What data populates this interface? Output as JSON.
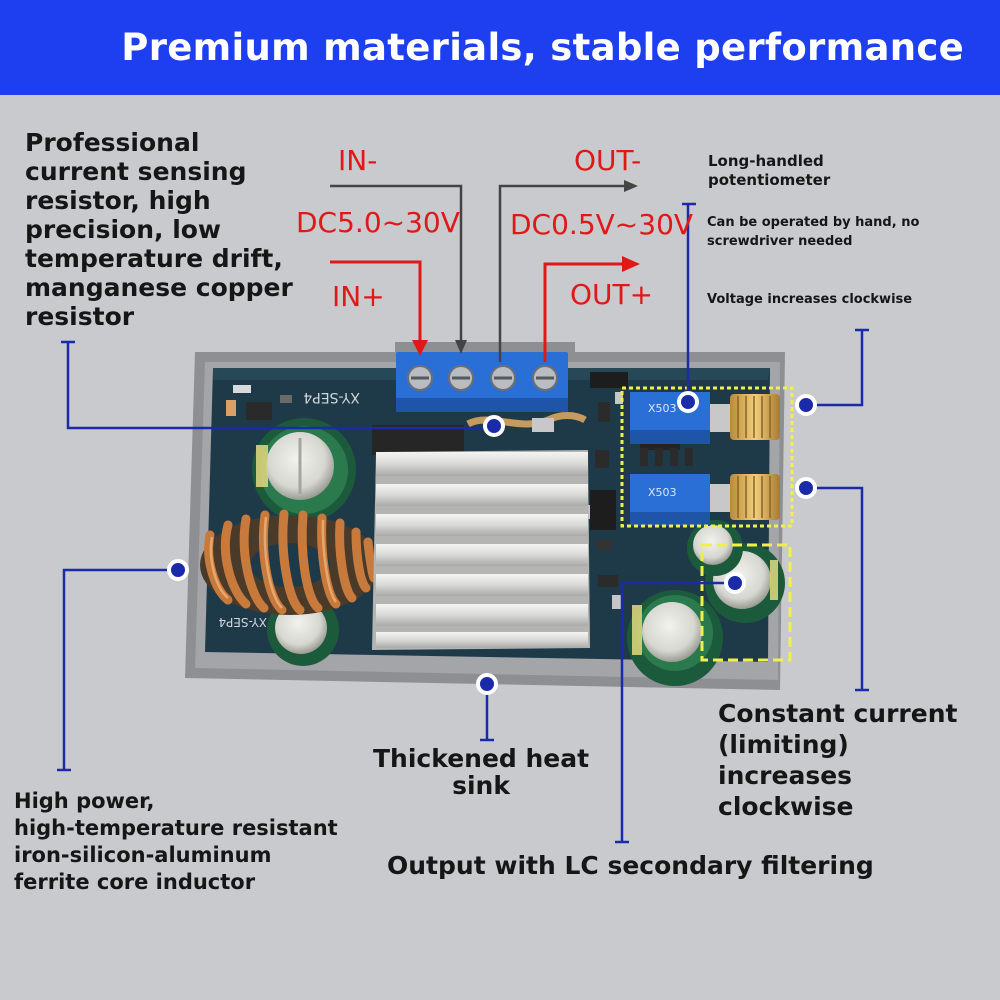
{
  "banner": {
    "title": "Premium materials, stable performance"
  },
  "terminals": {
    "in_minus": "IN-",
    "in_plus": "IN+",
    "in_range": "DC5.0~30V",
    "out_minus": "OUT-",
    "out_plus": "OUT+",
    "out_range": "DC0.5V~30V"
  },
  "annotations": {
    "sense_resistor": "Professional\ncurrent sensing\nresistor, high\nprecision, low\ntemperature drift,\nmanganese copper\nresistor",
    "pot_title": "Long-handled\npotentiometer",
    "pot_note": "Can be operated by hand, no\nscrewdriver needed",
    "pot_voltage": "Voltage increases clockwise",
    "constant_current": "Constant current\n(limiting)\nincreases\nclockwise",
    "heat_sink": "Thickened heat\nsink",
    "inductor": "High power,\nhigh-temperature resistant\niron-silicon-aluminum\nferrite core inductor",
    "lc_filter": "Output with LC secondary filtering"
  },
  "board": {
    "silk_main": "XY-SEP4",
    "silk_lower": "XY-SEP4",
    "pot_code_1": "X503",
    "pot_code_2": "X503"
  },
  "colors": {
    "banner": "#1d3ff0",
    "leader": "#1a2aa8",
    "arrow_red": "#e01818",
    "pcb": "#1e3a48"
  }
}
